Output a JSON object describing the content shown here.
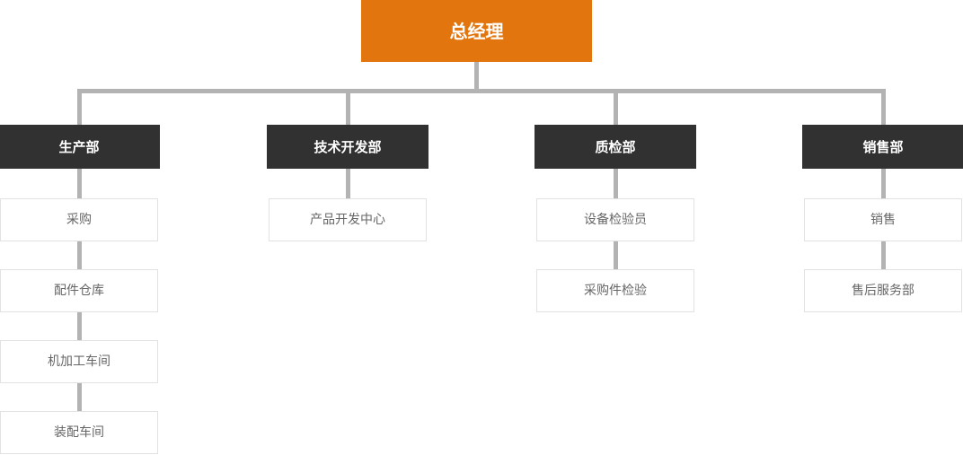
{
  "colors": {
    "root_bg": "#e2750d",
    "root_text": "#ffffff",
    "dept_bg": "#313131",
    "dept_text": "#ffffff",
    "child_bg": "#ffffff",
    "child_border": "#e2e2e2",
    "child_text": "#666666",
    "connector": "#b3b3b3",
    "page_bg": "#ffffff"
  },
  "org_chart": {
    "type": "org-tree",
    "root": {
      "label": "总经理"
    },
    "departments": [
      {
        "label": "生产部",
        "children": [
          {
            "label": "采购"
          },
          {
            "label": "配件仓库"
          },
          {
            "label": "机加工车间"
          },
          {
            "label": "装配车间"
          }
        ]
      },
      {
        "label": "技术开发部",
        "children": [
          {
            "label": "产品开发中心"
          }
        ]
      },
      {
        "label": "质检部",
        "children": [
          {
            "label": "设备检验员"
          },
          {
            "label": "采购件检验"
          }
        ]
      },
      {
        "label": "销售部",
        "children": [
          {
            "label": "销售"
          },
          {
            "label": "售后服务部"
          }
        ]
      }
    ]
  }
}
